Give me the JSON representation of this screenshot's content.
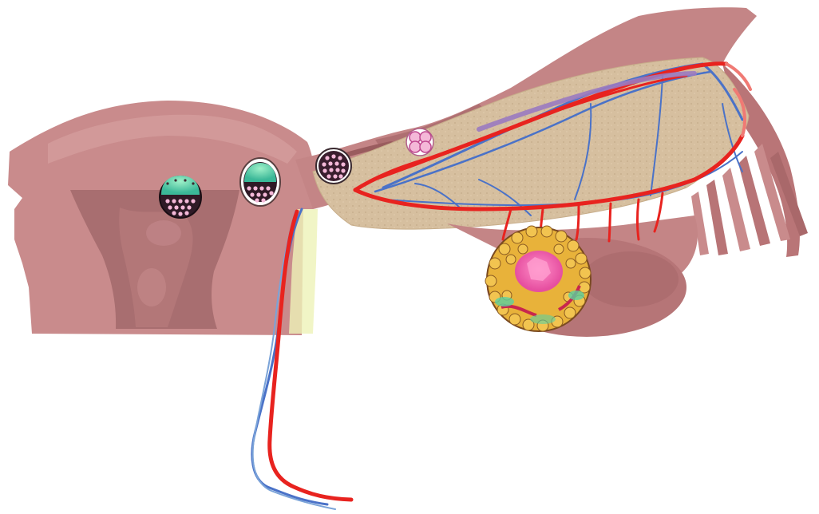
{
  "diagram": {
    "labels": [],
    "structures": [
      {
        "id": "uterus",
        "kind": "uterine-body"
      },
      {
        "id": "uterine-cavity",
        "kind": "endometrium"
      },
      {
        "id": "fallopian-tube",
        "kind": "oviduct"
      },
      {
        "id": "broad-ligament",
        "kind": "mesosalpinx"
      },
      {
        "id": "fimbriae",
        "kind": "fimbria"
      },
      {
        "id": "ovary",
        "kind": "ovary"
      },
      {
        "id": "mature-follicle",
        "kind": "graafian-follicle"
      },
      {
        "id": "zygote-morula",
        "kind": "cleavage-stage-embryo"
      },
      {
        "id": "early-blastocyst",
        "kind": "morula"
      },
      {
        "id": "hatching-blastocyst",
        "kind": "blastocyst"
      },
      {
        "id": "implanting-blastocyst",
        "kind": "blastocyst"
      }
    ],
    "colors": {
      "tissue": "#c98b8c",
      "tissue_light": "#e0aaa8",
      "tissue_dark": "#a86e70",
      "ligament": "#d9c2a2",
      "artery": "#e8231f",
      "vein": "#4a72c8",
      "ureter_highlight": "#eef2b8",
      "follicle_cells": "#e8b23a",
      "follicle_antrum": "#f06ab4",
      "inner_cell_mass": "#5bd0a0",
      "embryo_cells": "#f4b8d8"
    }
  }
}
